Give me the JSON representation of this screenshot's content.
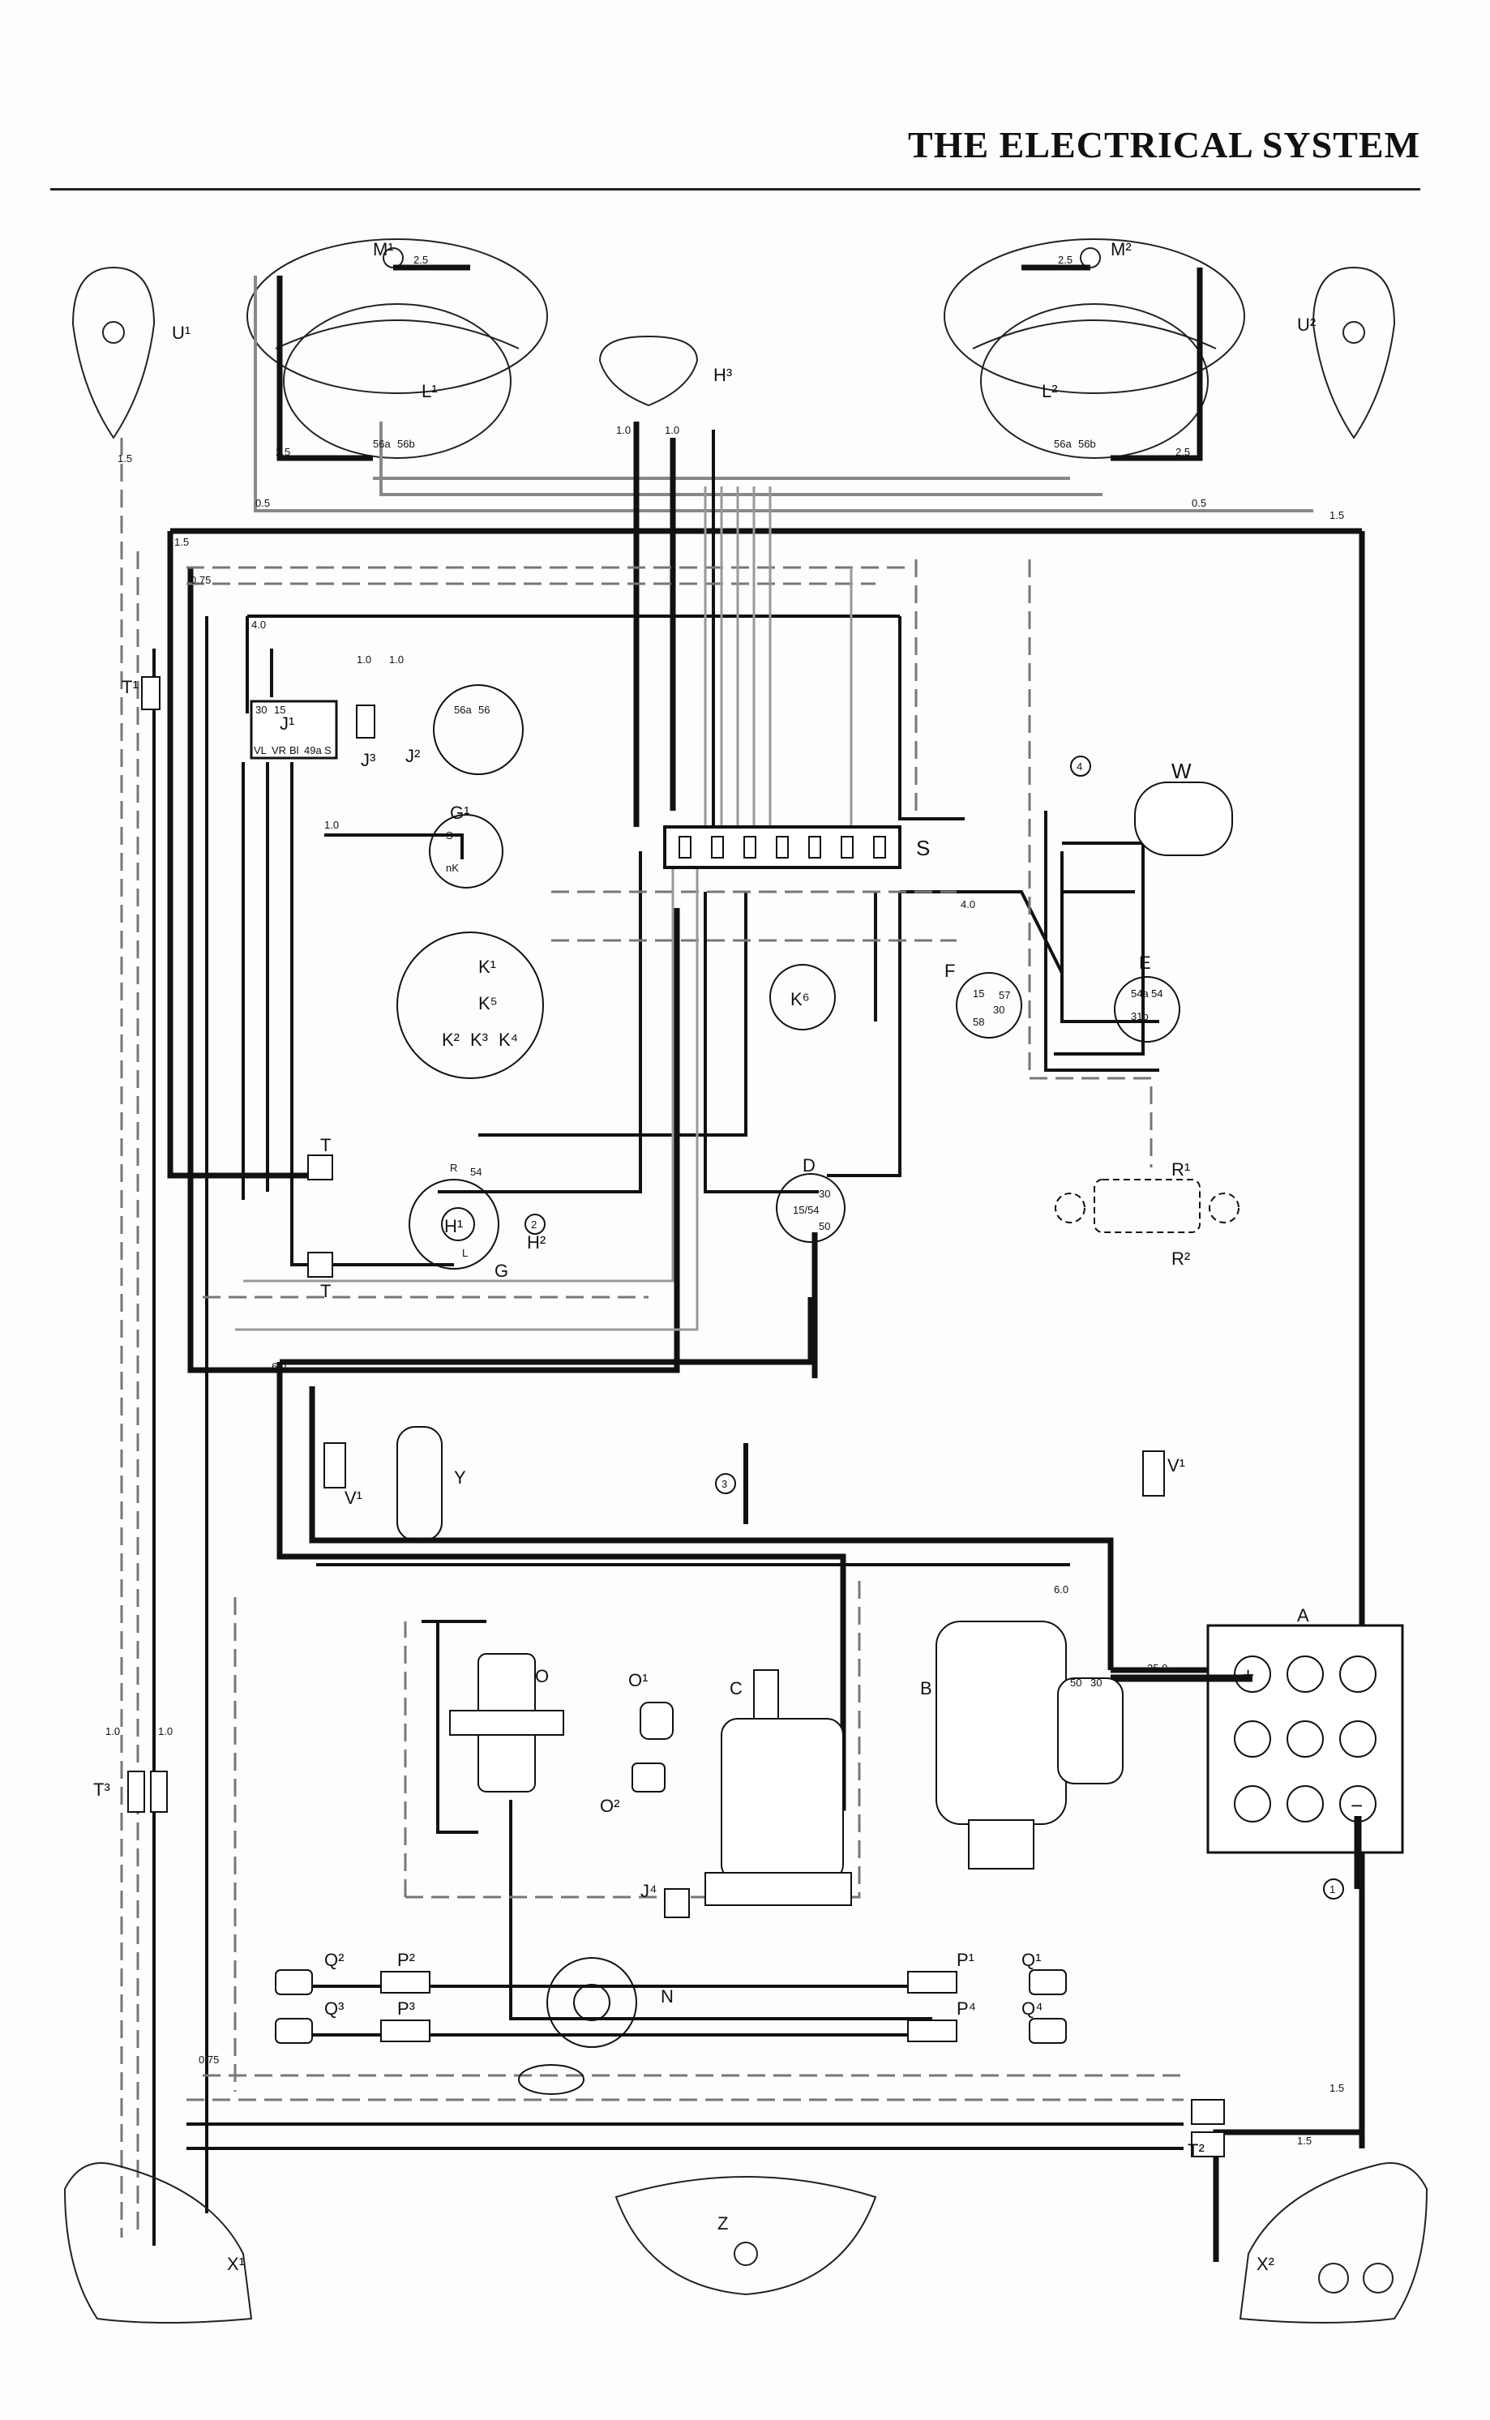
{
  "header": {
    "title": "THE ELECTRICAL SYSTEM"
  },
  "components": {
    "U1": "U¹",
    "U2": "U²",
    "M1": "M¹",
    "M2": "M²",
    "L1": "L¹",
    "L2": "L²",
    "H3": "H³",
    "T1": "T¹",
    "J1": "J¹",
    "J2": "J²",
    "J3": "J³",
    "G1": "G¹",
    "K1": "K¹",
    "K5": "K⁵",
    "K2": "K²",
    "K3": "K³",
    "K4": "K⁴",
    "K6": "K⁶",
    "W": "W",
    "S": "S",
    "E": "E",
    "F": "F",
    "R1": "R¹",
    "R2": "R²",
    "D": "D",
    "T": "T",
    "H1": "H¹",
    "H2": "H²",
    "G": "G",
    "T_low": "T",
    "Y": "Y",
    "V1": "V¹",
    "V1r": "V¹",
    "A": "A",
    "B": "B",
    "C": "C",
    "O": "O",
    "O1": "O¹",
    "O2": "O²",
    "J4": "J⁴",
    "N": "N",
    "P1": "P¹",
    "P2": "P²",
    "P3": "P³",
    "P4": "P⁴",
    "Q1": "Q¹",
    "Q2": "Q²",
    "Q3": "Q³",
    "Q4": "Q⁴",
    "T3": "T³",
    "T2": "T²",
    "X1": "X¹",
    "X2": "X²",
    "Z": "Z"
  },
  "terminals": {
    "j1_top": [
      "30",
      "15"
    ],
    "j1_bottom": [
      "VL",
      "VR",
      "Bl",
      "49a",
      "S"
    ],
    "g1": [
      "S",
      "nK"
    ],
    "d": [
      "15/54",
      "30",
      "50"
    ],
    "e": [
      "54",
      "54a",
      "31b"
    ],
    "f": [
      "15",
      "30",
      "58",
      "57"
    ],
    "a_plus": "+",
    "a_minus": "−",
    "b": [
      "50",
      "30"
    ],
    "headlight": [
      "56a",
      "56b"
    ],
    "ignition": [
      "56a",
      "56"
    ],
    "g_switch": [
      "R",
      "54",
      "L"
    ]
  },
  "wire_sizes": [
    "2.5",
    "1.5",
    "1.0",
    "0.5",
    "4.0",
    "6.0",
    "25.0",
    "0.75"
  ],
  "circled_markers": [
    "1",
    "2",
    "3",
    "4"
  ]
}
